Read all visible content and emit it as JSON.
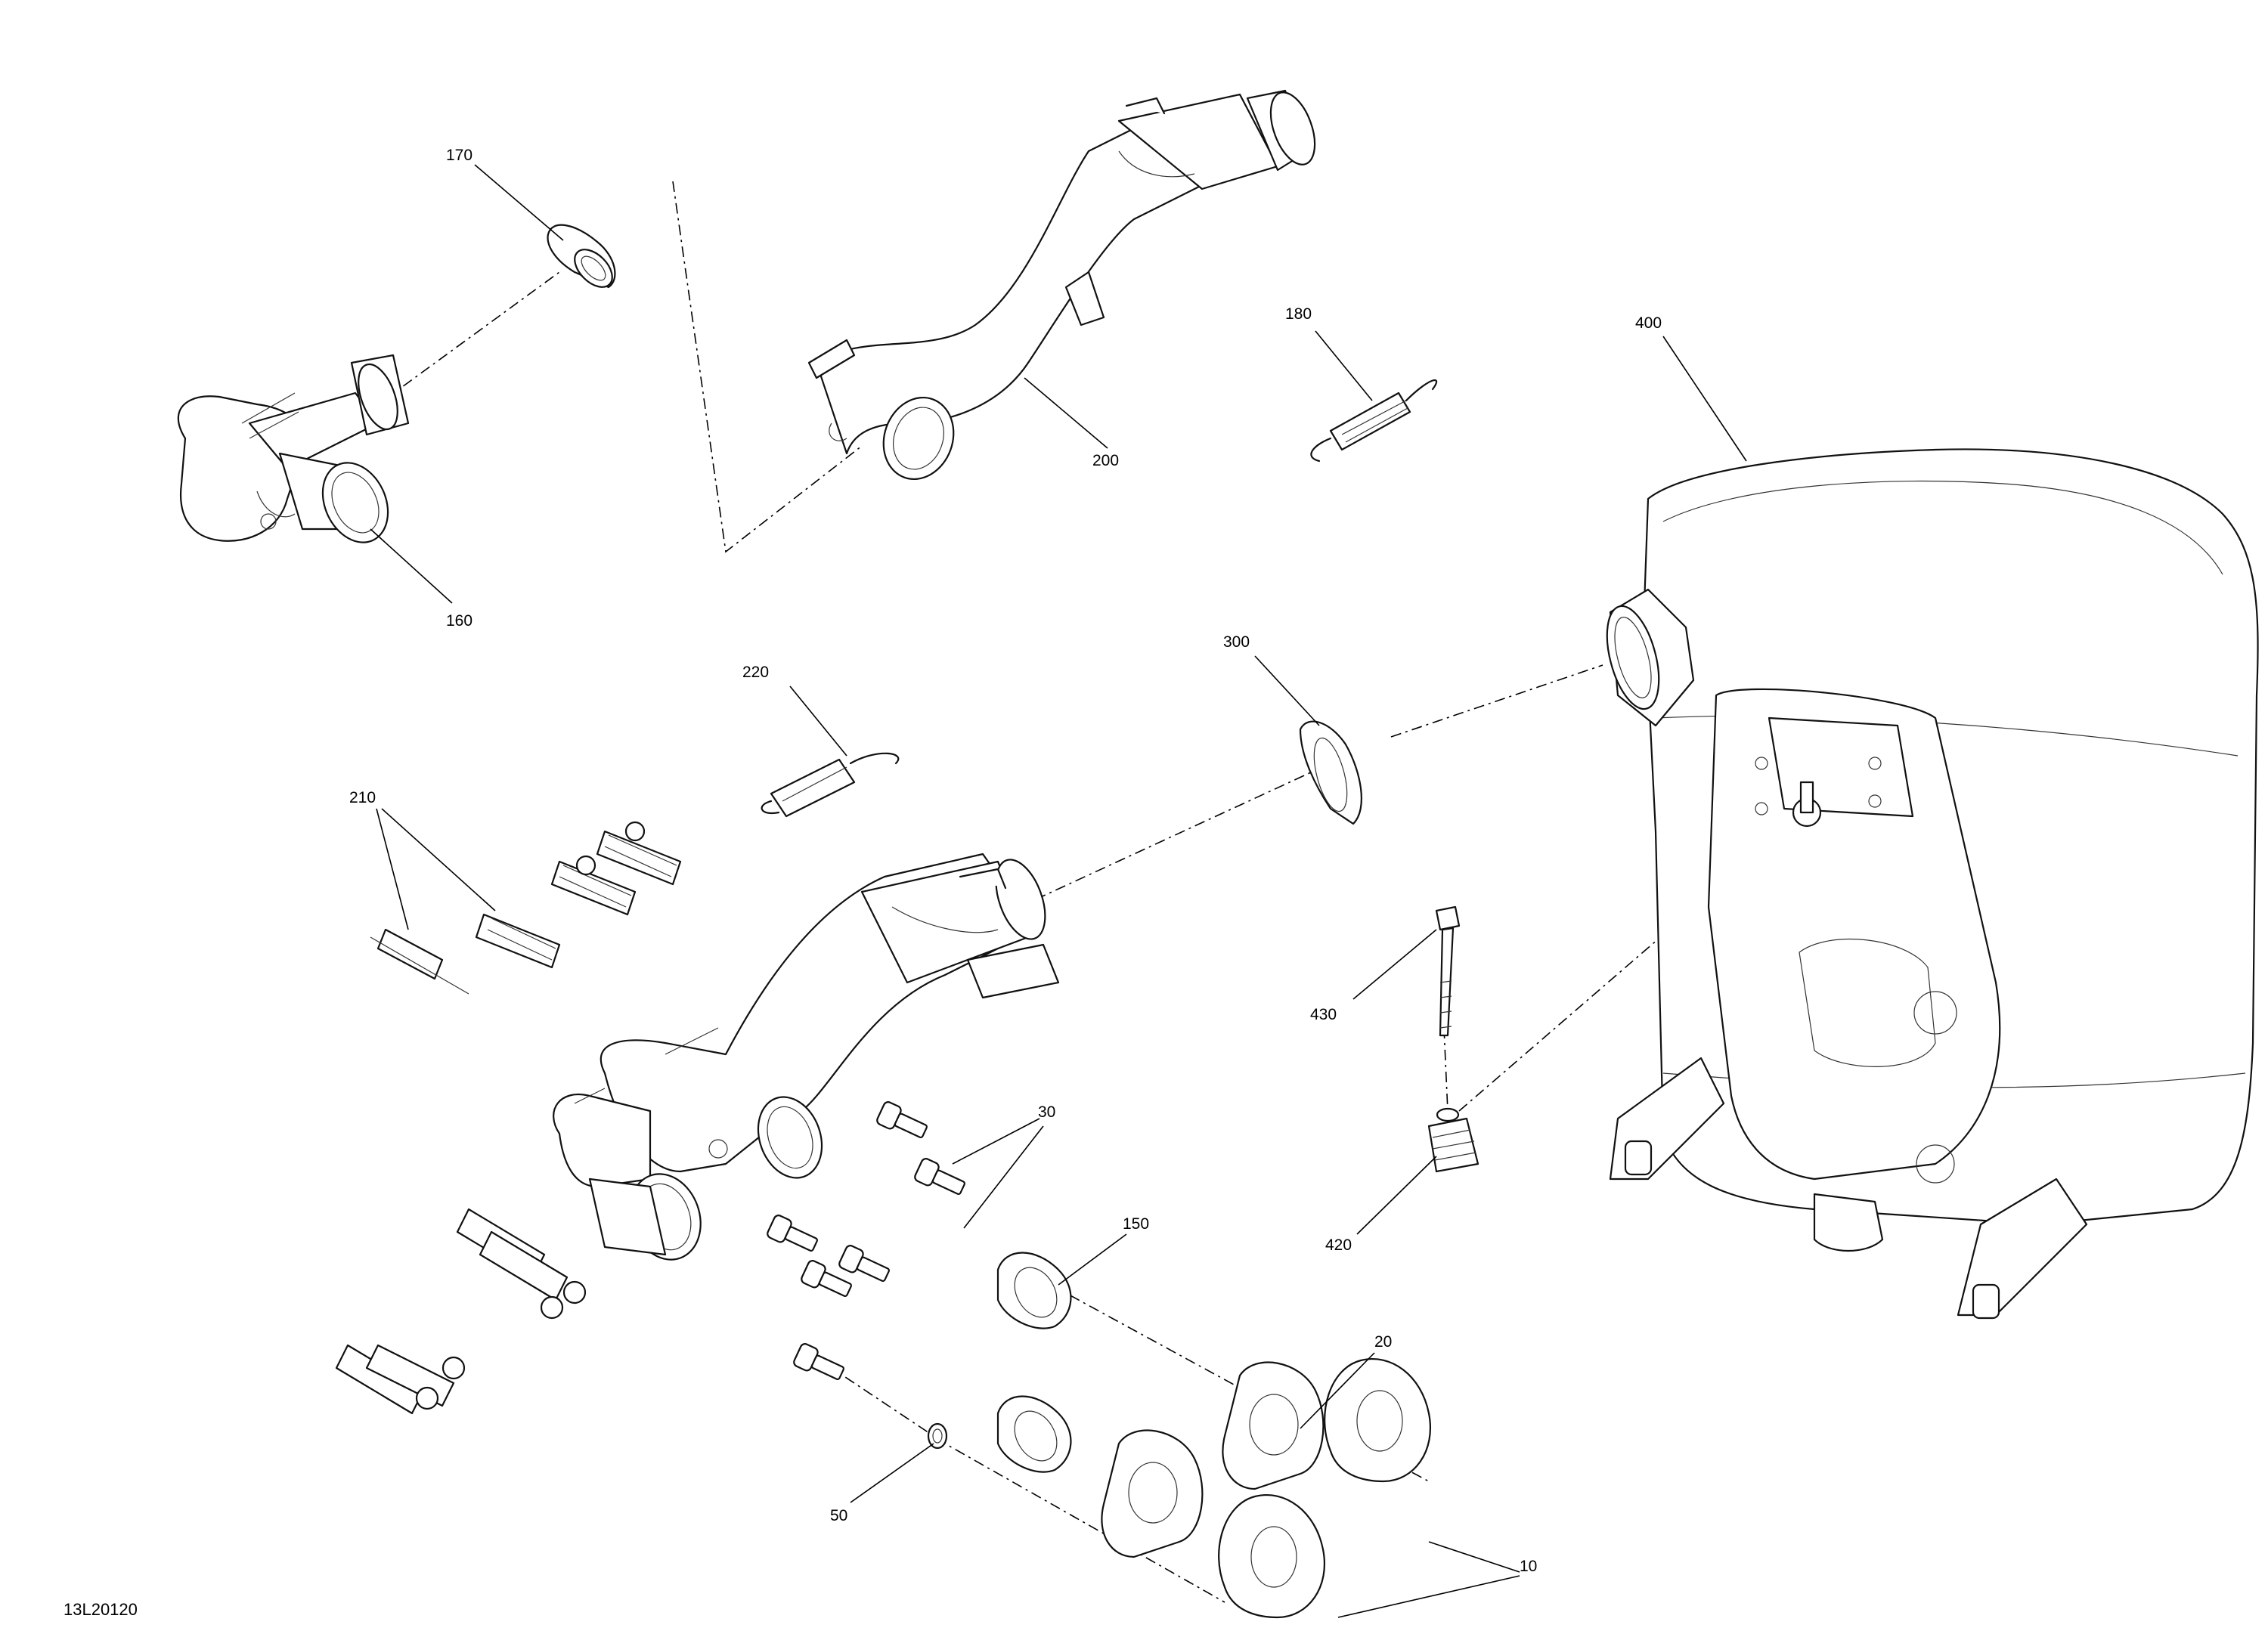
{
  "reference_code": "13L20120",
  "callouts": {
    "c10": "10",
    "c20": "20",
    "c30": "30",
    "c50": "50",
    "c150": "150",
    "c160": "160",
    "c170": "170",
    "c180": "180",
    "c200": "200",
    "c210": "210",
    "c220": "220",
    "c300": "300",
    "c400": "400",
    "c420": "420",
    "c430": "430"
  }
}
